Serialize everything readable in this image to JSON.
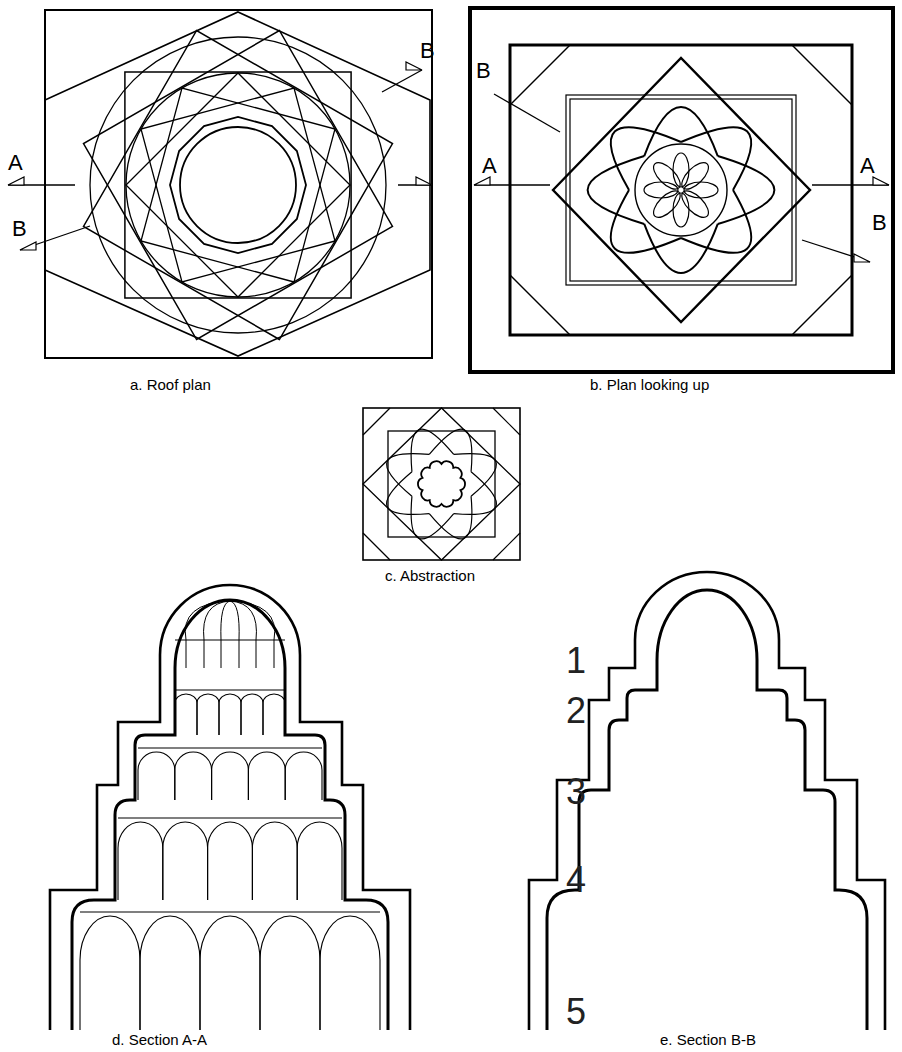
{
  "diagram": {
    "labels": [
      "B",
      "A",
      "B",
      "B",
      "A",
      "A",
      "B",
      "a. Roof plan",
      "b. Plan looking up",
      "c. Abstraction",
      "1",
      "2",
      "3",
      "4",
      "5",
      "d. Section A-A",
      "e. Section B-B"
    ]
  }
}
